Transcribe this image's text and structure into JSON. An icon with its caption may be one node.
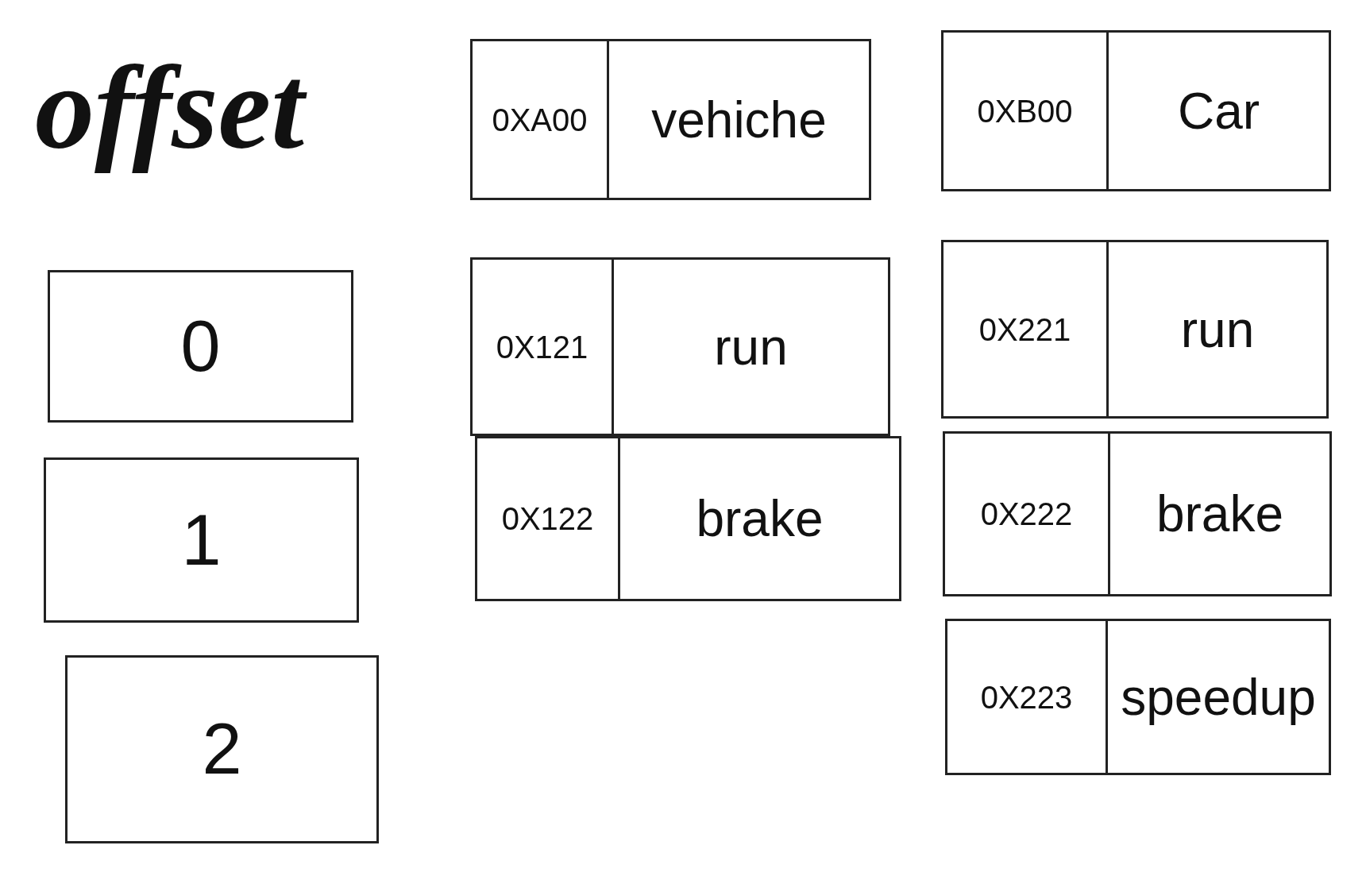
{
  "diagram": {
    "title": "offset",
    "nodes": [
      {
        "text": [
          "0"
        ]
      },
      {
        "text": [
          "1"
        ]
      },
      {
        "text": [
          "2"
        ]
      },
      {
        "text": [
          "0XA00",
          "vehiche"
        ]
      },
      {
        "text": [
          "0X121",
          "run"
        ]
      },
      {
        "text": [
          "0X122",
          "brake"
        ]
      },
      {
        "text": [
          "0XB00",
          "Car"
        ]
      },
      {
        "text": [
          "0X221",
          "run"
        ]
      },
      {
        "text": [
          "0X222",
          "brake"
        ]
      },
      {
        "text": [
          "0X223",
          "speedup"
        ]
      }
    ]
  }
}
